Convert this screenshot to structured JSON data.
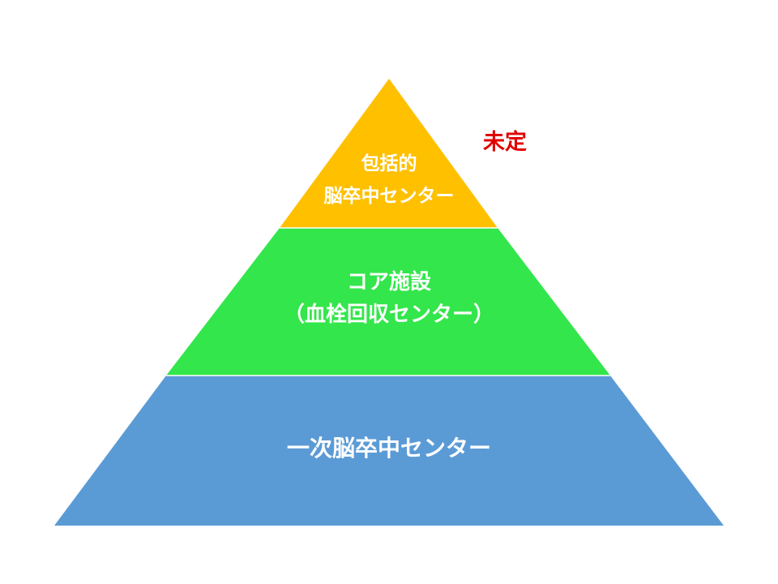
{
  "diagram": {
    "tiers": [
      {
        "lines": [
          "包括的",
          "脳卒中センター"
        ],
        "fill": "#FFC000",
        "text_color": "#FFFFFF"
      },
      {
        "lines": [
          "コア施設",
          "（血栓回収センター）"
        ],
        "fill": "#33E64B",
        "text_color": "#FFFFFF"
      },
      {
        "lines": [
          "一次脳卒中センター"
        ],
        "fill": "#5B9BD5",
        "text_color": "#FFFFFF"
      }
    ],
    "annotation": {
      "text": "未定",
      "color": "#E00000"
    }
  }
}
